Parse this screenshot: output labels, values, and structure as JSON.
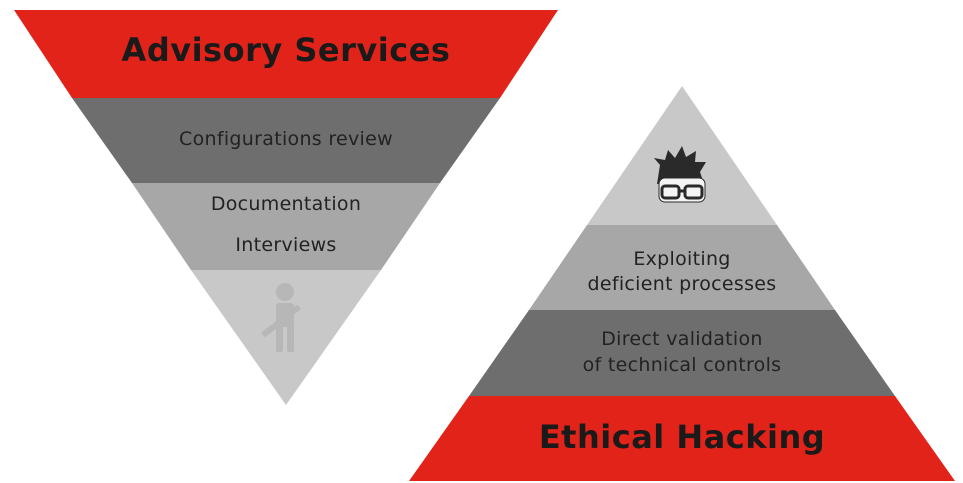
{
  "colors": {
    "red": "#e2231a",
    "dark_gray": "#6e6e6e",
    "mid_gray": "#a7a7a7",
    "light_gray": "#c8c8c8",
    "icon_gray": "#b7b7b7"
  },
  "advisory": {
    "title": "Advisory Services",
    "level2": "Configurations review",
    "level3_line1": "Documentation",
    "level3_line2": "Interviews",
    "tip_icon": "worker-with-tool-icon"
  },
  "hacking": {
    "title": "Ethical Hacking",
    "level2_line1": "Direct validation",
    "level2_line2": "of technical controls",
    "level3_line1": "Exploiting",
    "level3_line2": "deficient processes",
    "tip_icon": "hacker-face-icon"
  }
}
